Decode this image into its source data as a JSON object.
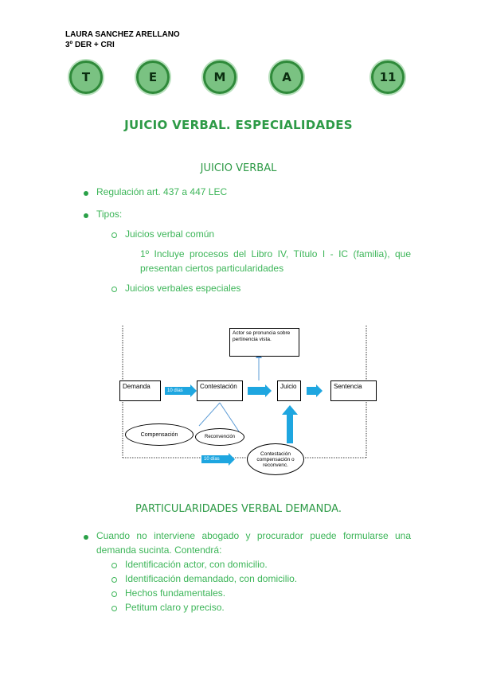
{
  "author": {
    "name": "LAURA SANCHEZ ARELLANO",
    "course": "3º DER + CRI"
  },
  "tema_letters": [
    "T",
    "E",
    "M",
    "A",
    "11"
  ],
  "title": "JUICIO VERBAL. ESPECIALIDADES",
  "section1": {
    "heading": "JUICIO VERBAL",
    "bullets": [
      "Regulación art. 437 a 447 LEC",
      "Tipos:"
    ],
    "subitems": [
      "Juicios verbal común",
      "Juicios verbales especiales"
    ],
    "note": "1º  Incluye procesos del Libro IV, Título I - IC (familia), que presentan ciertos particularidades"
  },
  "diagram": {
    "demanda": "Demanda",
    "arrow_10_dias": "10 días",
    "contestacion": "Contestación",
    "juicio": "Juicio",
    "sentencia": "Sentencia",
    "actor_box": "Actor se pronuncia sobre pertinencia vista.",
    "compensacion": "Compensación",
    "reconvencion": "Reconvención",
    "contestacion_oval": "Contestación compensación o reconvenc.",
    "arrow_10_dias_bottom": "10 días"
  },
  "section2": {
    "heading": "PARTICULARIDADES VERBAL DEMANDA.",
    "bullet": "Cuando no interviene abogado y procurador puede formularse una demanda sucinta. Contendrá:",
    "subitems": [
      "Identificación actor, con domicilio.",
      "Identificación demandado, con domicilio.",
      "Hechos fundamentales.",
      "Petitum claro y preciso."
    ]
  },
  "colors": {
    "accent_green": "#2d9a46",
    "text_green": "#3cb558",
    "circle_fill": "#7ac282",
    "arrow_blue": "#1ea6e0"
  }
}
